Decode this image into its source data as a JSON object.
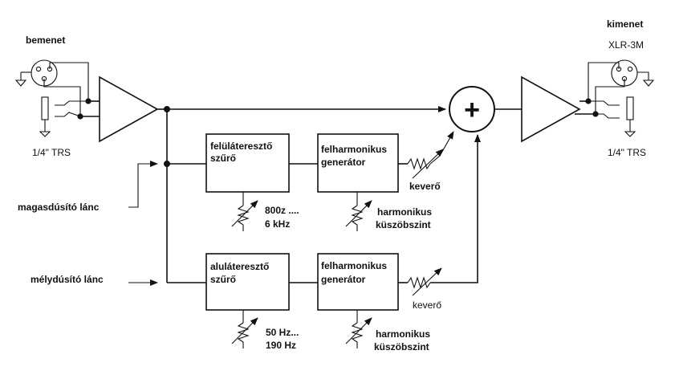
{
  "input": {
    "title": "bemenet",
    "connector_label": "1/4\" TRS"
  },
  "output": {
    "title": "kimenet",
    "xlr_label": "XLR-3M",
    "connector_label": "1/4\" TRS"
  },
  "high_chain": {
    "side_label": "magasdúsító lánc",
    "filter_line1": "felüláteresztő",
    "filter_line2": "szűrő",
    "freq_line1": "800z ....",
    "freq_line2": "6 kHz",
    "generator_line1": "felharmonikus",
    "generator_line2": "generátor",
    "threshold_line1": "harmonikus",
    "threshold_line2": "küszöbszint",
    "mixer_label": "keverő"
  },
  "low_chain": {
    "side_label": "mélydúsító lánc",
    "filter_line1": "aluláteresztő",
    "filter_line2": "szűrő",
    "freq_line1": "50 Hz...",
    "freq_line2": "190 Hz",
    "generator_line1": "felharmonikus",
    "generator_line2": "generátor",
    "threshold_line1": "harmonikus",
    "threshold_line2": "küszöbszint",
    "mixer_label": "keverő"
  },
  "summer_symbol": "+"
}
